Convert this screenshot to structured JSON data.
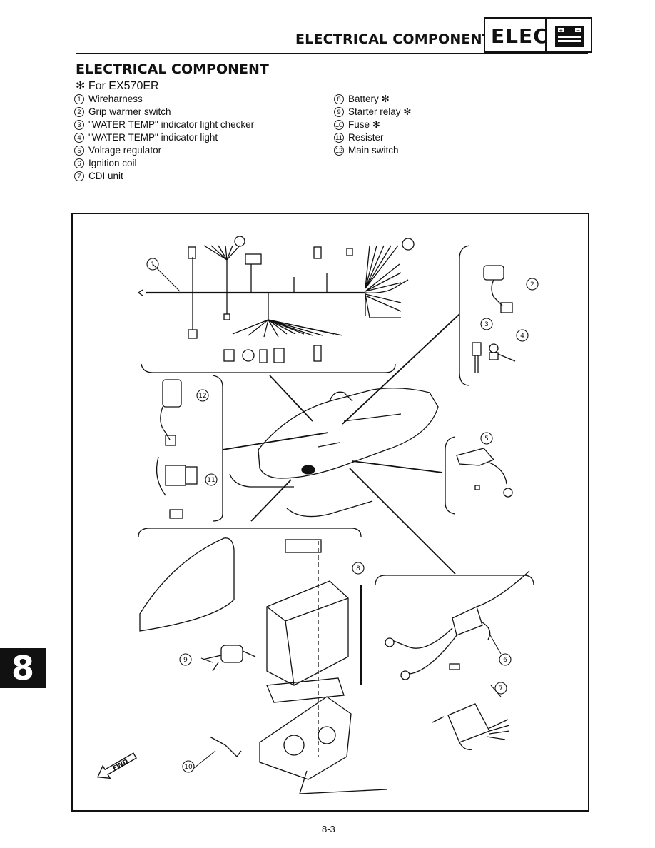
{
  "header": {
    "title": "ELECTRICAL COMPONENT",
    "tab_label": "ELEC",
    "tab_icon": "battery-icon"
  },
  "section": {
    "title": "ELECTRICAL COMPONENT",
    "note_marker": "✻",
    "note_text": "For EX570ER"
  },
  "legend_left": [
    {
      "num": "1",
      "label": "Wireharness"
    },
    {
      "num": "2",
      "label": "Grip warmer switch"
    },
    {
      "num": "3",
      "label": "\"WATER TEMP\" indicator light checker"
    },
    {
      "num": "4",
      "label": "\"WATER TEMP\" indicator light"
    },
    {
      "num": "5",
      "label": "Voltage regulator"
    },
    {
      "num": "6",
      "label": "Ignition coil"
    },
    {
      "num": "7",
      "label": "CDI unit"
    }
  ],
  "legend_right": [
    {
      "num": "8",
      "label": "Battery ✻"
    },
    {
      "num": "9",
      "label": "Starter relay ✻"
    },
    {
      "num": "10",
      "label": "Fuse ✻"
    },
    {
      "num": "11",
      "label": "Resister"
    },
    {
      "num": "12",
      "label": "Main switch"
    }
  ],
  "figure": {
    "callouts": [
      "1",
      "2",
      "3",
      "4",
      "5",
      "6",
      "7",
      "8",
      "9",
      "10",
      "11",
      "12"
    ],
    "fwd_label": "FWD"
  },
  "chapter_tab": "8",
  "page_number": "8-3"
}
